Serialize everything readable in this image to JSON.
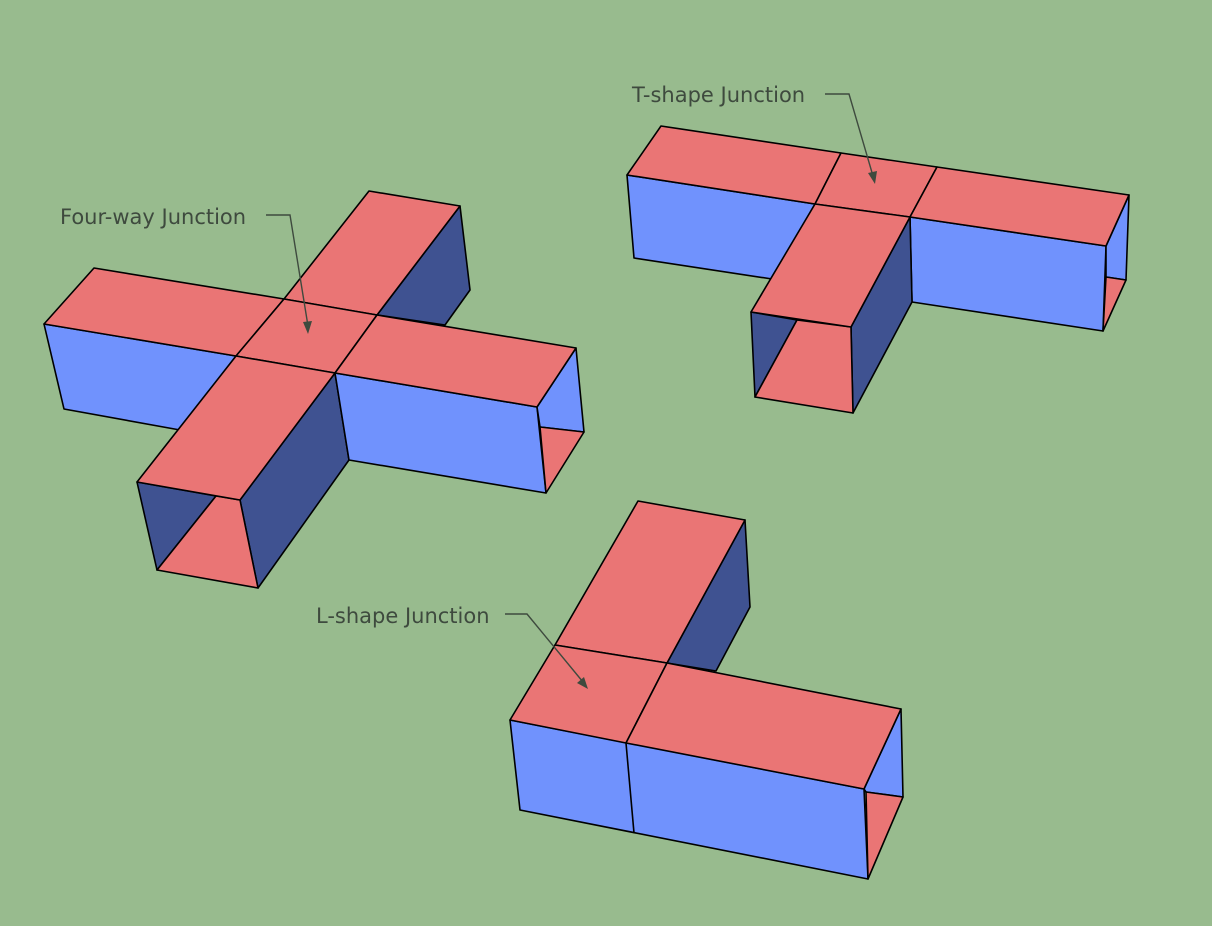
{
  "colors": {
    "background": "#98bb8e",
    "top_face": "#ea7575",
    "light_side": "#7092fd",
    "dark_side": "#3f5291",
    "inner_face": "#ea7575",
    "edge": "#000000",
    "label": "#3e4a3e"
  },
  "annotations": {
    "four_way": "Four-way Junction",
    "t_shape": "T-shape Junction",
    "l_shape": "L-shape Junction"
  }
}
